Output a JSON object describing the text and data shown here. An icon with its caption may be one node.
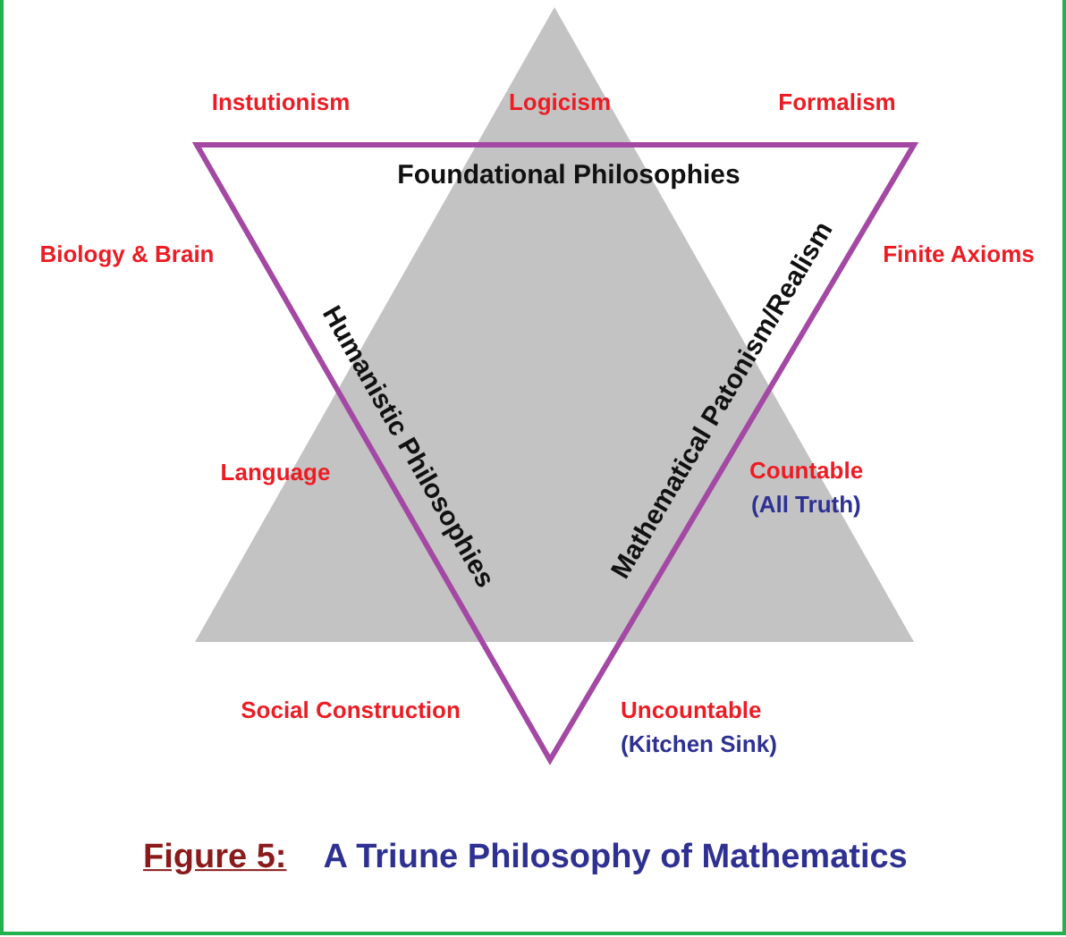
{
  "diagram": {
    "caption": "Figure 5: A Triune Philosophy of Mathematics",
    "nodes": [
      {
        "text": [],
        "shape": "triangle"
      },
      {
        "text": [
          "Foundational Philosophies",
          "Humanistic Philosophies",
          "Mathematical Patonism/Realism"
        ]
      }
    ],
    "labels": [
      "Instutionism",
      "Logicism",
      "Formalism",
      "Biology & Brain",
      "Finite Axioms",
      "Language",
      "Countable",
      "(All Truth)",
      "Social Construction",
      "Uncountable",
      "(Kitchen Sink)"
    ]
  }
}
